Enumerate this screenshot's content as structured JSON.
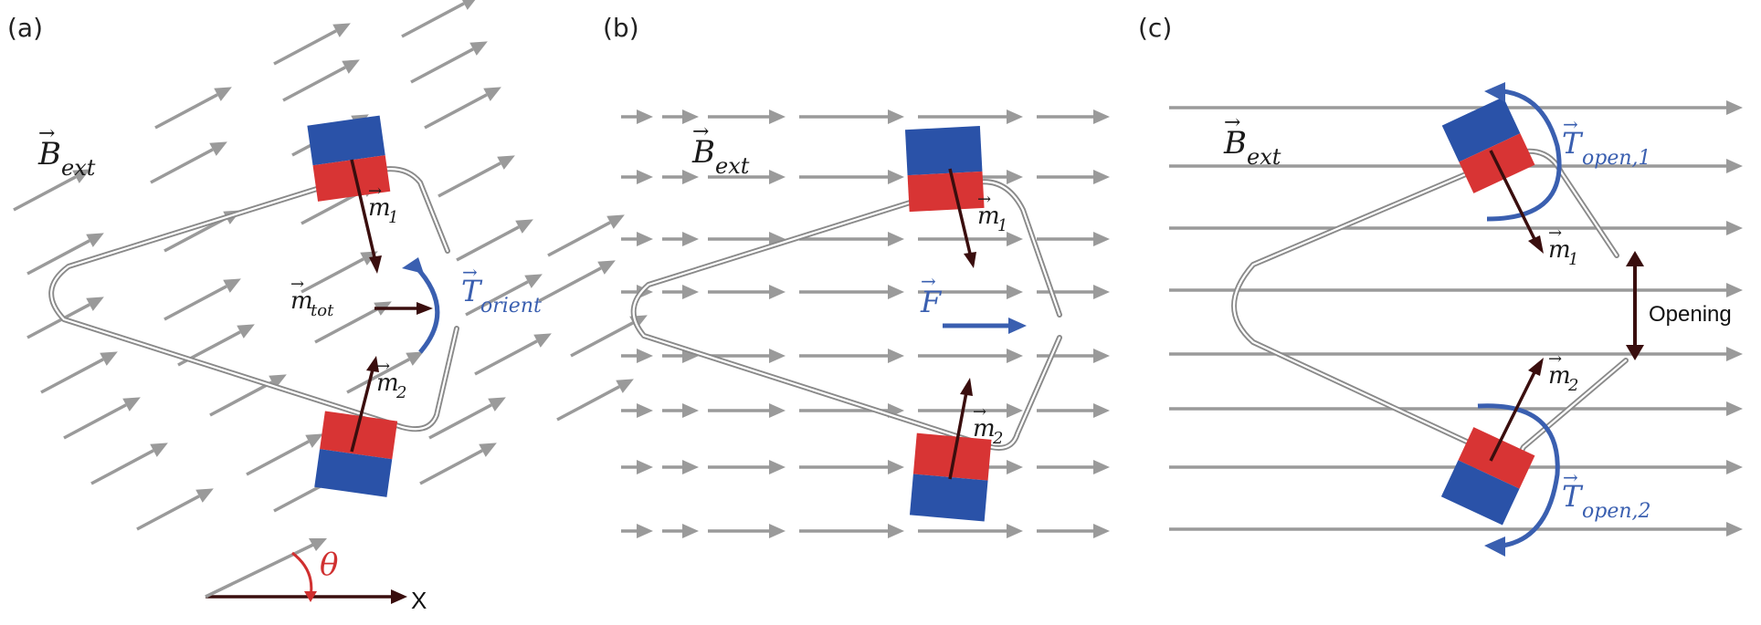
{
  "panels": {
    "a": {
      "label": "(a)",
      "b_ext": "B",
      "b_ext_sub": "ext",
      "m1": "m",
      "m1_sub": "1",
      "m2": "m",
      "m2_sub": "2",
      "m_tot": "m",
      "m_tot_sub": "tot",
      "torque": "T",
      "torque_sub": "orient",
      "theta": "θ",
      "x_axis": "X"
    },
    "b": {
      "label": "(b)",
      "b_ext": "B",
      "b_ext_sub": "ext",
      "m1": "m",
      "m1_sub": "1",
      "m2": "m",
      "m2_sub": "2",
      "force": "F"
    },
    "c": {
      "label": "(c)",
      "b_ext": "B",
      "b_ext_sub": "ext",
      "m1": "m",
      "m1_sub": "1",
      "m2": "m",
      "m2_sub": "2",
      "torque1": "T",
      "torque1_sub": "open,1",
      "torque2": "T",
      "torque2_sub": "open,2",
      "opening": "Opening"
    }
  },
  "colors": {
    "field_arrow": "#9a9a9a",
    "moment_arrow": "#3a0e0e",
    "torque_force": "#3a5fb0",
    "magnet_north": "#d83434",
    "magnet_south": "#2a52a8",
    "theta": "#d03030"
  }
}
